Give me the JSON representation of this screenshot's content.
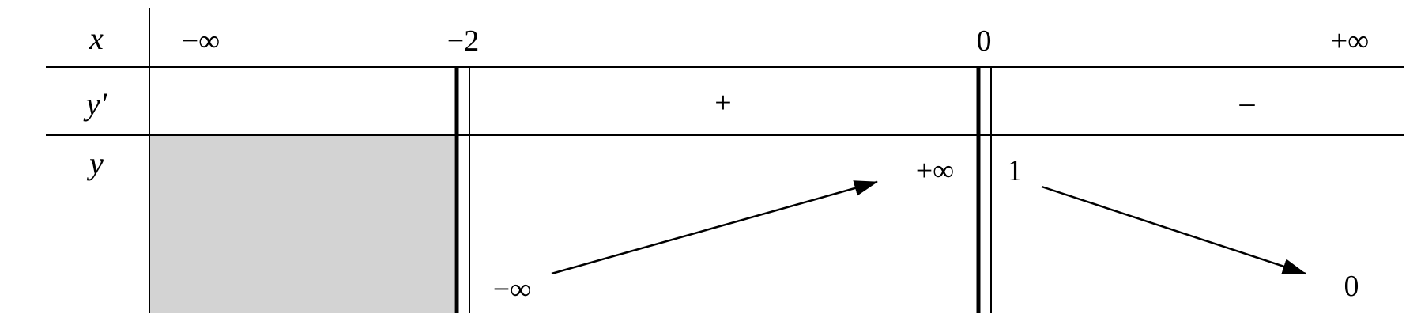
{
  "row_headers": {
    "x": "x",
    "y_prime": "y'",
    "y": "y"
  },
  "x_values": {
    "minus_inf": "−∞",
    "minus_two": "−2",
    "zero": "0",
    "plus_inf": "+∞"
  },
  "derivative_signs": {
    "interval_minus2_to_0": "+",
    "interval_0_to_plus_inf": "–"
  },
  "y_values": {
    "left_of_zero_bottom": "−∞",
    "left_of_zero_top": "+∞",
    "right_of_zero_top": "1",
    "right_of_zero_bottom": "0"
  },
  "colors": {
    "line": "#000000",
    "excluded_region": "#d3d3d3"
  }
}
